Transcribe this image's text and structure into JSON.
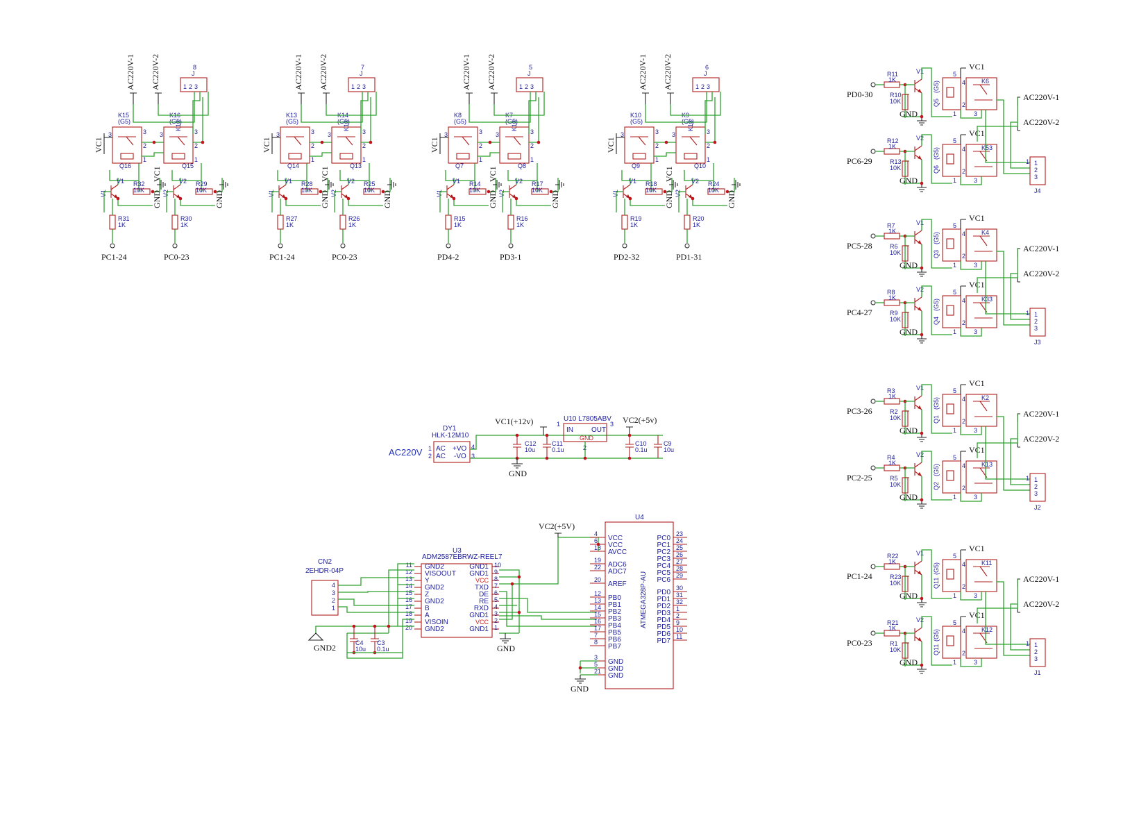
{
  "power": {
    "dy1": {
      "ref": "DY1",
      "part": "HLK-12M10",
      "pins": [
        "AC",
        "AC",
        "+VO",
        "-VO"
      ],
      "pin_nums": [
        "1",
        "2",
        "4",
        "3"
      ]
    },
    "ac_label": "AC220V",
    "vc1_label": "VC1(+12v)",
    "vc2_label": "VC2(+5v)",
    "u10": {
      "ref": "U10 L7805ABV",
      "in": "IN",
      "out": "OUT",
      "gnd": "GND",
      "pins": [
        "1",
        "3",
        "2"
      ]
    },
    "caps": [
      {
        "ref": "C12",
        "val": "10u"
      },
      {
        "ref": "C11",
        "val": "0.1u"
      },
      {
        "ref": "C10",
        "val": "0.1u"
      },
      {
        "ref": "C9",
        "val": "10u"
      }
    ],
    "gnd": "GND"
  },
  "comm": {
    "u3": {
      "ref": "U3",
      "part": "ADM2587EBRWZ-REEL7",
      "left_pins": [
        {
          "num": "11",
          "name": "GND2"
        },
        {
          "num": "12",
          "name": "VISOOUT"
        },
        {
          "num": "13",
          "name": "Y"
        },
        {
          "num": "14",
          "name": "GND2"
        },
        {
          "num": "15",
          "name": "Z"
        },
        {
          "num": "16",
          "name": "GND2"
        },
        {
          "num": "17",
          "name": "B"
        },
        {
          "num": "18",
          "name": "A"
        },
        {
          "num": "19",
          "name": "VISOIN"
        },
        {
          "num": "20",
          "name": "GND2"
        }
      ],
      "right_pins": [
        {
          "num": "10",
          "name": "GND1"
        },
        {
          "num": "9",
          "name": "GND1"
        },
        {
          "num": "8",
          "name": "VCC"
        },
        {
          "num": "7",
          "name": "TXD"
        },
        {
          "num": "6",
          "name": "DE"
        },
        {
          "num": "5",
          "name": "RE"
        },
        {
          "num": "4",
          "name": "RXD"
        },
        {
          "num": "3",
          "name": "GND1"
        },
        {
          "num": "2",
          "name": "VCC"
        },
        {
          "num": "1",
          "name": "GND1"
        }
      ]
    },
    "cn2": {
      "ref": "CN2",
      "part": "2EHDR-04P",
      "pins": [
        "4",
        "3",
        "2",
        "1"
      ]
    },
    "caps": [
      {
        "ref": "C4",
        "val": "10u"
      },
      {
        "ref": "C3",
        "val": "0.1u"
      }
    ],
    "gnd2": "GND2",
    "gnd": "GND",
    "vc2_label": "VC2(+5V)"
  },
  "mcu": {
    "ref": "U4",
    "part": "ATMEGA328P-AU",
    "left_pins": [
      {
        "num": "4",
        "name": "VCC"
      },
      {
        "num": "6",
        "name": "VCC"
      },
      {
        "num": "18",
        "name": "AVCC"
      },
      {
        "num": "19",
        "name": "ADC6"
      },
      {
        "num": "22",
        "name": "ADC7"
      },
      {
        "num": "20",
        "name": "AREF"
      },
      {
        "num": "12",
        "name": "PB0"
      },
      {
        "num": "13",
        "name": "PB1"
      },
      {
        "num": "14",
        "name": "PB2"
      },
      {
        "num": "15",
        "name": "PB3"
      },
      {
        "num": "16",
        "name": "PB4"
      },
      {
        "num": "17",
        "name": "PB5"
      },
      {
        "num": "7",
        "name": "PB6"
      },
      {
        "num": "8",
        "name": "PB7"
      },
      {
        "num": "3",
        "name": "GND"
      },
      {
        "num": "5",
        "name": "GND"
      },
      {
        "num": "21",
        "name": "GND"
      }
    ],
    "right_pins": [
      {
        "num": "23",
        "name": "PC0"
      },
      {
        "num": "24",
        "name": "PC1"
      },
      {
        "num": "25",
        "name": "PC2"
      },
      {
        "num": "26",
        "name": "PC3"
      },
      {
        "num": "27",
        "name": "PC4"
      },
      {
        "num": "28",
        "name": "PC5"
      },
      {
        "num": "29",
        "name": "PC6"
      },
      {
        "num": "30",
        "name": "PD0"
      },
      {
        "num": "31",
        "name": "PD1"
      },
      {
        "num": "32",
        "name": "PD2"
      },
      {
        "num": "1",
        "name": "PD3"
      },
      {
        "num": "2",
        "name": "PD4"
      },
      {
        "num": "9",
        "name": "PD5"
      },
      {
        "num": "10",
        "name": "PD6"
      },
      {
        "num": "11",
        "name": "PD7"
      }
    ],
    "gnd": "GND"
  },
  "top_modules": [
    {
      "jref": "8",
      "jname": "J",
      "ka": "K15",
      "kb": "K16",
      "qa": "Q16",
      "qb": "Q15",
      "ra1": "R32",
      "ra2": "R31",
      "rb1": "R29",
      "rb2": "R30",
      "na": "PC1-24",
      "nb": "PC0-23"
    },
    {
      "jref": "7",
      "jname": "J",
      "ka": "K13",
      "kb": "K14",
      "qa": "Q14",
      "qb": "Q13",
      "ra1": "R28",
      "ra2": "R27",
      "rb1": "R25",
      "rb2": "R26",
      "na": "PC1-24",
      "nb": "PC0-23"
    },
    {
      "jref": "5",
      "jname": "J",
      "ka": "K8",
      "kb": "K7",
      "qa": "Q7",
      "qb": "Q8",
      "ra1": "R14",
      "ra2": "R15",
      "rb1": "R17",
      "rb2": "R16",
      "na": "PD4-2",
      "nb": "PD3-1"
    },
    {
      "jref": "6",
      "jname": "J",
      "ka": "K10",
      "kb": "K9",
      "qa": "Q9",
      "qb": "Q10",
      "ra1": "R18",
      "ra2": "R19",
      "rb1": "R24",
      "rb2": "R20",
      "na": "PD2-32",
      "nb": "PD1-31"
    }
  ],
  "top_common": {
    "g5": "(G5)",
    "k13": "K13",
    "vc1": "VC1",
    "v1": "V1",
    "v2": "V2",
    "r10k": "10K",
    "r1k": "1K",
    "gnd": "GND",
    "ac1": "AC220V-1",
    "ac2": "AC220V-2",
    "jpins": [
      "1",
      "2",
      "3"
    ]
  },
  "right_modules": [
    {
      "na": "PD0-30",
      "nb": "PC6-29",
      "ra1": "R11",
      "ra2": "R10",
      "rb1": "R12",
      "rb2": "R13",
      "qa": "Q5",
      "qb": "Q6",
      "ka": "K6",
      "kb": "K53",
      "j": "J4"
    },
    {
      "na": "PC5-28",
      "nb": "PC4-27",
      "ra1": "R7",
      "ra2": "R6",
      "rb1": "R8",
      "rb2": "R9",
      "qa": "Q3",
      "qb": "Q4",
      "ka": "K4",
      "kb": "K33",
      "j": "J3"
    },
    {
      "na": "PC3-26",
      "nb": "PC2-25",
      "ra1": "R3",
      "ra2": "R2",
      "rb1": "R4",
      "rb2": "R5",
      "qa": "Q1",
      "qb": "Q2",
      "ka": "K2",
      "kb": "K13",
      "j": "J2"
    },
    {
      "na": "PC1-24",
      "nb": "PC0-23",
      "ra1": "R22",
      "ra2": "R23",
      "rb1": "R21",
      "rb2": "R1",
      "qa": "Q11",
      "qb": "Q11",
      "ka": "K11",
      "kb": "K12",
      "j": "J1"
    }
  ],
  "right_common": {
    "g5": "(G5)",
    "vc1": "VC1",
    "v1": "V1",
    "v2": "V2",
    "r1k": "1K",
    "r10k": "10K",
    "gnd": "GND",
    "ac1": "AC220V-1",
    "ac2": "AC220V-2",
    "jpins": [
      "1",
      "2",
      "3"
    ],
    "qpins": [
      "5",
      "1"
    ],
    "kpins": [
      "4",
      "3",
      "2"
    ]
  }
}
